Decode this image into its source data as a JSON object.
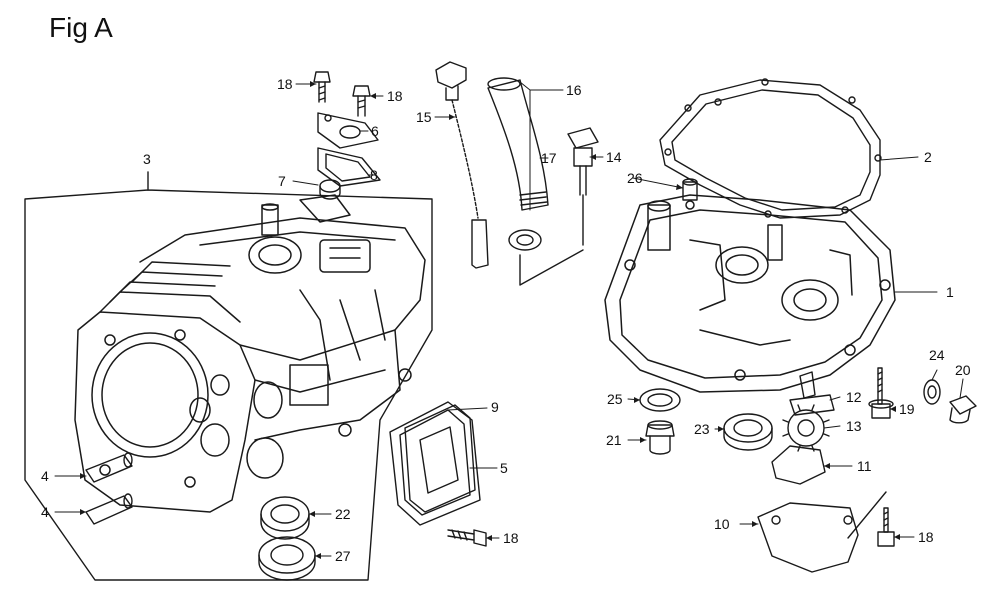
{
  "title": "Fig A",
  "callouts": {
    "c1": "1",
    "c2": "2",
    "c3": "3",
    "c4a": "4",
    "c4b": "4",
    "c5": "5",
    "c6": "6",
    "c7": "7",
    "c8": "8",
    "c9": "9",
    "c10": "10",
    "c11": "11",
    "c12": "12",
    "c13": "13",
    "c14": "14",
    "c15": "15",
    "c16": "16",
    "c17": "17",
    "c18a": "18",
    "c18b": "18",
    "c18c": "18",
    "c18d": "18",
    "c19": "19",
    "c20": "20",
    "c21": "21",
    "c22": "22",
    "c23": "23",
    "c24": "24",
    "c25": "25",
    "c26": "26",
    "c27": "27"
  }
}
